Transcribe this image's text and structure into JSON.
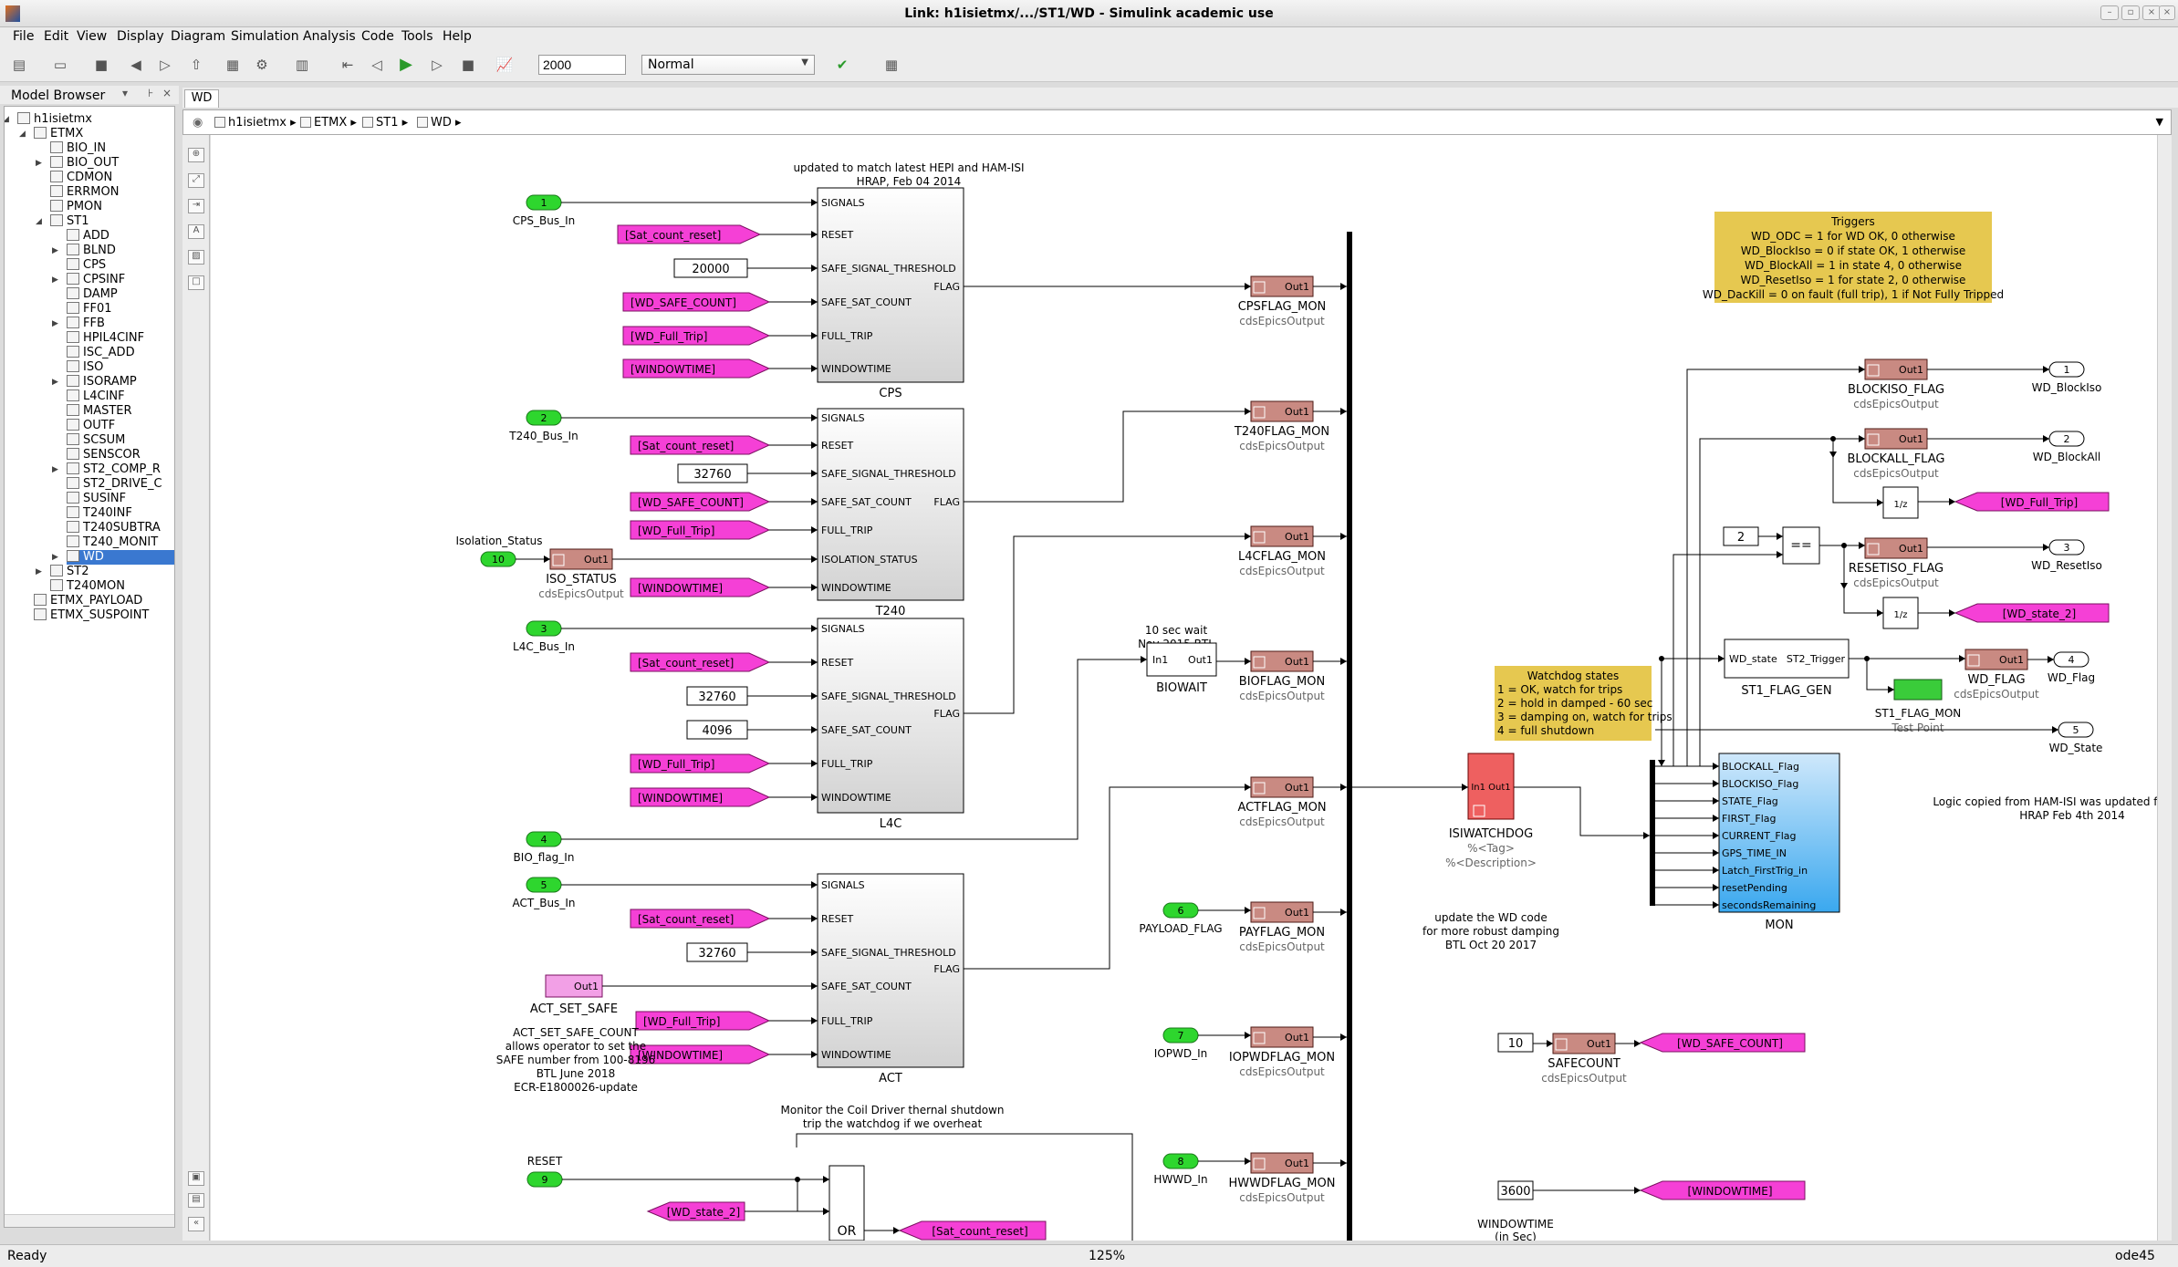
{
  "window": {
    "title": "Link: h1isietmx/.../ST1/WD - Simulink academic use",
    "controls": [
      "–",
      "▫",
      "×",
      "×"
    ]
  },
  "menu": [
    "File",
    "Edit",
    "View",
    "Display",
    "Diagram",
    "Simulation",
    "Analysis",
    "Code",
    "Tools",
    "Help"
  ],
  "toolbar": {
    "stop_time": "2000",
    "sim_mode": "Normal"
  },
  "model_browser": {
    "title": "Model Browser",
    "tree": [
      {
        "label": "h1isietmx",
        "level": 0,
        "expanded": true
      },
      {
        "label": "ETMX",
        "level": 1,
        "expanded": true
      },
      {
        "label": "BIO_IN",
        "level": 2
      },
      {
        "label": "BIO_OUT",
        "level": 2,
        "collapsed": true
      },
      {
        "label": "CDMON",
        "level": 2
      },
      {
        "label": "ERRMON",
        "level": 2
      },
      {
        "label": "PMON",
        "level": 2
      },
      {
        "label": "ST1",
        "level": 2,
        "expanded": true
      },
      {
        "label": "ADD",
        "level": 3
      },
      {
        "label": "BLND",
        "level": 3,
        "collapsed": true
      },
      {
        "label": "CPS",
        "level": 3
      },
      {
        "label": "CPSINF",
        "level": 3,
        "collapsed": true
      },
      {
        "label": "DAMP",
        "level": 3
      },
      {
        "label": "FF01",
        "level": 3
      },
      {
        "label": "FFB",
        "level": 3,
        "collapsed": true
      },
      {
        "label": "HPIL4CINF",
        "level": 3
      },
      {
        "label": "ISC_ADD",
        "level": 3
      },
      {
        "label": "ISO",
        "level": 3
      },
      {
        "label": "ISORAMP",
        "level": 3,
        "collapsed": true
      },
      {
        "label": "L4CINF",
        "level": 3
      },
      {
        "label": "MASTER",
        "level": 3
      },
      {
        "label": "OUTF",
        "level": 3
      },
      {
        "label": "SCSUM",
        "level": 3
      },
      {
        "label": "SENSCOR",
        "level": 3
      },
      {
        "label": "ST2_COMP_R",
        "level": 3,
        "collapsed": true
      },
      {
        "label": "ST2_DRIVE_C",
        "level": 3
      },
      {
        "label": "SUSINF",
        "level": 3
      },
      {
        "label": "T240INF",
        "level": 3
      },
      {
        "label": "T240SUBTRA",
        "level": 3
      },
      {
        "label": "T240_MONIT",
        "level": 3
      },
      {
        "label": "WD",
        "level": 3,
        "collapsed": true,
        "selected": true
      },
      {
        "label": "ST2",
        "level": 2,
        "collapsed": true
      },
      {
        "label": "T240MON",
        "level": 2
      },
      {
        "label": "ETMX_PAYLOAD",
        "level": 1
      },
      {
        "label": "ETMX_SUSPOINT",
        "level": 1
      }
    ]
  },
  "tab": "WD",
  "breadcrumb": [
    "h1isietmx",
    "ETMX",
    "ST1",
    "WD"
  ],
  "status": {
    "left": "Ready",
    "zoom": "125%",
    "solver": "ode45"
  },
  "diagram": {
    "notes": {
      "header": [
        "updated to match latest HEPI and HAM-ISI",
        "HRAP, Feb 04 2014"
      ],
      "isolation": "Isolation_Status",
      "biowait": [
        "10 sec wait",
        "Nov 2015  BTL"
      ],
      "triggers": [
        "Triggers",
        "WD_ODC = 1 for WD OK, 0 otherwise",
        "WD_BlockIso = 0 if state OK, 1 otherwise",
        "WD_BlockAll = 1 in state 4, 0 otherwise",
        "WD_ResetIso = 1 for state 2, 0 otherwise",
        "WD_DacKill = 0 on fault (full trip), 1 if Not Fully Tripped"
      ],
      "wdstates": [
        "Watchdog states",
        "1 = OK, watch for trips",
        "2 = hold in damped - 60 sec",
        "3 = damping on, watch for trips",
        "4 = full shutdown"
      ],
      "logic": [
        "Logic copied from HAM-ISI was updated for BSC-ISI",
        "HRAP Feb 4th 2014"
      ],
      "update": [
        "update the WD code",
        "for more robust damping",
        "BTL Oct 20 2017"
      ],
      "actsafe": [
        "ACT_SET_SAFE_COUNT",
        "allows  operator to set the",
        "SAFE number from 100-8196",
        "BTL June 2018",
        "ECR-E1800026-update"
      ],
      "coil": [
        "Monitor the Coil Driver thernal shutdown",
        "trip the watchdog if we overheat"
      ]
    },
    "in_ports": [
      {
        "num": "1",
        "label": "CPS_Bus_In"
      },
      {
        "num": "2",
        "label": "T240_Bus_In"
      },
      {
        "num": "10",
        "label": ""
      },
      {
        "num": "3",
        "label": "L4C_Bus_In"
      },
      {
        "num": "4",
        "label": "BIO_flag_In"
      },
      {
        "num": "5",
        "label": "ACT_Bus_In"
      },
      {
        "num": "6",
        "label": "PAYLOAD_FLAG"
      },
      {
        "num": "7",
        "label": "IOPWD_In"
      },
      {
        "num": "8",
        "label": "HWWD_In"
      },
      {
        "num": "9",
        "label": "RESET"
      }
    ],
    "out_ports": [
      {
        "num": "1",
        "label": "WD_BlockIso"
      },
      {
        "num": "2",
        "label": "WD_BlockAll"
      },
      {
        "num": "3",
        "label": "WD_ResetIso"
      },
      {
        "num": "4",
        "label": "WD_Flag"
      },
      {
        "num": "5",
        "label": "WD_State"
      }
    ],
    "gotos_from": [
      "[Sat_count_reset]",
      "[WD_SAFE_COUNT]",
      "[WD_Full_Trip]",
      "[WINDOWTIME]",
      "[WD_state_2]"
    ],
    "constants": [
      "20000",
      "32760",
      "4096",
      "10",
      "3600",
      "2"
    ],
    "subsystems": {
      "cps": {
        "name": "CPS",
        "ports": [
          "SIGNALS",
          "RESET",
          "SAFE_SIGNAL_THRESHOLD",
          "SAFE_SAT_COUNT",
          "FULL_TRIP",
          "WINDOWTIME"
        ],
        "out": "FLAG"
      },
      "t240": {
        "name": "T240",
        "ports": [
          "SIGNALS",
          "RESET",
          "SAFE_SIGNAL_THRESHOLD",
          "SAFE_SAT_COUNT",
          "FULL_TRIP",
          "ISOLATION_STATUS",
          "WINDOWTIME"
        ],
        "out": "FLAG"
      },
      "l4c": {
        "name": "L4C",
        "ports": [
          "SIGNALS",
          "RESET",
          "SAFE_SIGNAL_THRESHOLD",
          "SAFE_SAT_COUNT",
          "FULL_TRIP",
          "WINDOWTIME"
        ],
        "out": "FLAG"
      },
      "act": {
        "name": "ACT",
        "ports": [
          "SIGNALS",
          "RESET",
          "SAFE_SIGNAL_THRESHOLD",
          "SAFE_SAT_COUNT",
          "FULL_TRIP",
          "WINDOWTIME"
        ],
        "out": "FLAG"
      },
      "mon": {
        "name": "MON",
        "ports": [
          "BLOCKALL_Flag",
          "BLOCKISO_Flag",
          "STATE_Flag",
          "FIRST_Flag",
          "CURRENT_Flag",
          "GPS_TIME_IN",
          "Latch_FirstTrig_in",
          "resetPending",
          "secondsRemaining"
        ]
      },
      "flaggen": {
        "name": "ST1_FLAG_GEN",
        "in": "WD_state",
        "out": "ST2_Trigger"
      }
    },
    "epics_blocks": [
      {
        "name": "CPSFLAG_MON"
      },
      {
        "name": "T240FLAG_MON"
      },
      {
        "name": "L4CFLAG_MON"
      },
      {
        "name": "BIOFLAG_MON"
      },
      {
        "name": "ACTFLAG_MON"
      },
      {
        "name": "PAYFLAG_MON"
      },
      {
        "name": "IOPWDFLAG_MON"
      },
      {
        "name": "HWWDFLAG_MON"
      },
      {
        "name": "ISO_STATUS"
      },
      {
        "name": "BLOCKISO_FLAG"
      },
      {
        "name": "BLOCKALL_FLAG"
      },
      {
        "name": "RESETISO_FLAG"
      },
      {
        "name": "WD_FLAG"
      },
      {
        "name": "SAFECOUNT"
      }
    ],
    "misc": {
      "epics_sub": "cdsEpicsOutput",
      "out1": "Out1",
      "in1": "In1",
      "biowait": "BIOWAIT",
      "act_set_safe": "ACT_SET_SAFE",
      "isiwatchdog": "ISIWATCHDOG",
      "tag": "%<Tag>",
      "desc": "%<Description>",
      "flag_mon": "ST1_FLAG_MON",
      "test_point": "Test Point",
      "windowtime": "WINDOWTIME",
      "in_sec": "(in Sec)",
      "or": "OR",
      "eq": "==",
      "z": "1/z"
    }
  }
}
